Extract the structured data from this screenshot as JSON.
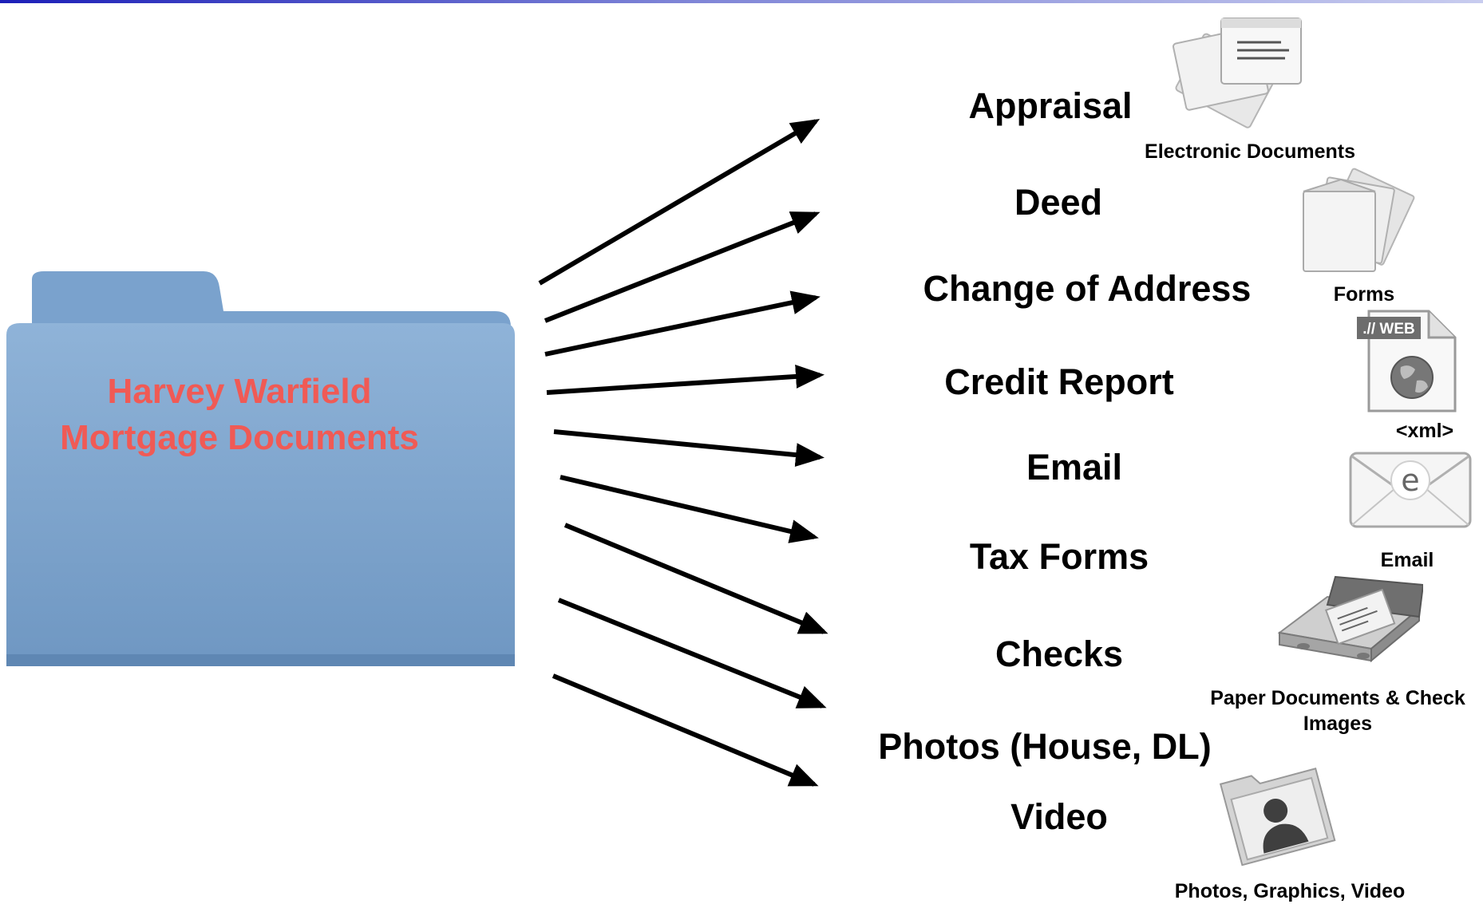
{
  "folder": {
    "title_line1": "Harvey Warfield",
    "title_line2": "Mortgage Documents",
    "color": "#7ea6cf",
    "title_color": "#f05a55"
  },
  "categories": [
    "Appraisal",
    "Deed",
    "Change of Address",
    "Credit Report",
    "Email",
    "Tax Forms",
    "Checks",
    "Photos (House, DL)",
    "Video"
  ],
  "icons": [
    {
      "name": "electronic-documents-icon",
      "label": "Electronic Documents"
    },
    {
      "name": "forms-icon",
      "label": "Forms"
    },
    {
      "name": "web-xml-icon",
      "label": "<xml>"
    },
    {
      "name": "email-envelope-icon",
      "label": "Email"
    },
    {
      "name": "scanner-icon",
      "label": "Paper Documents & Check Images"
    },
    {
      "name": "photo-folder-icon",
      "label": "Photos, Graphics, Video"
    }
  ],
  "web_badge": ".// WEB",
  "envelope_letter": "e"
}
